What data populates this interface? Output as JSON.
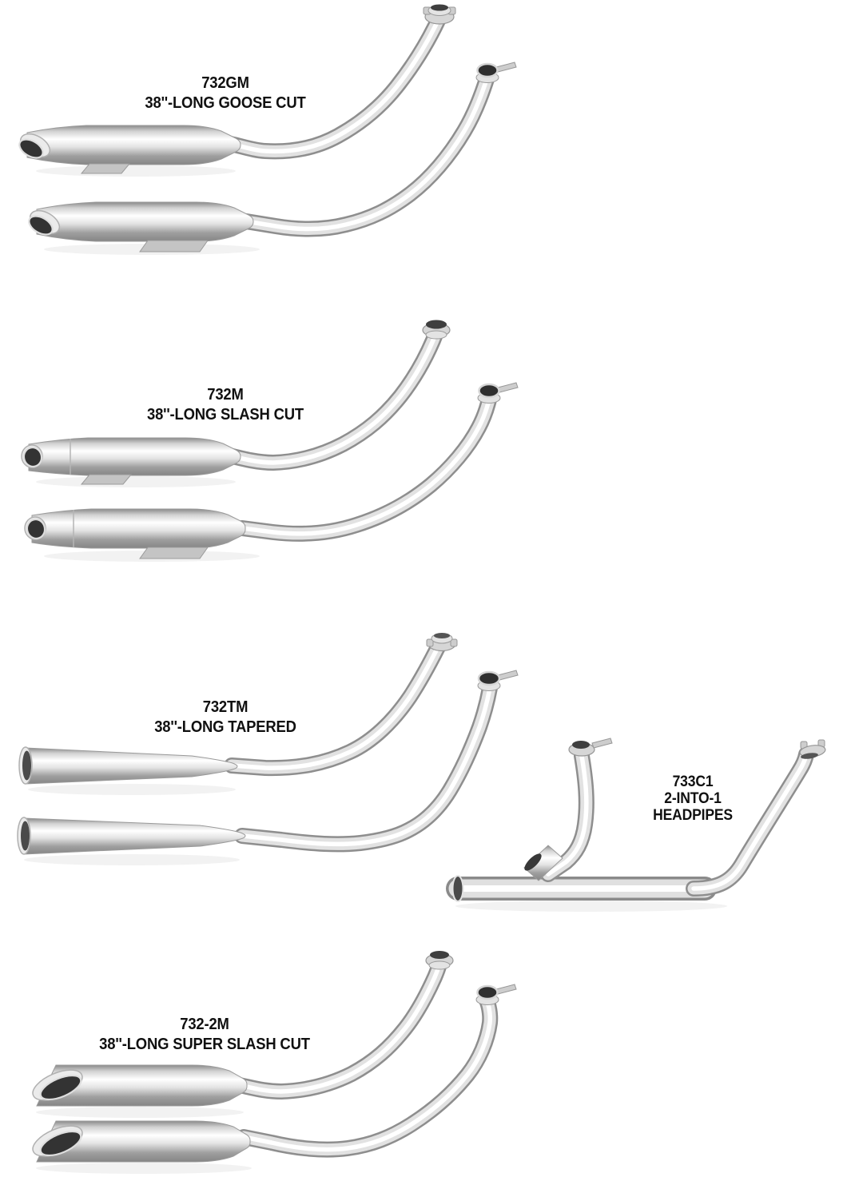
{
  "page_background": "#ffffff",
  "label_color": "#101010",
  "chrome_colors": {
    "highlight": "#ffffff",
    "mid": "#e2e2e2",
    "edge": "#8e8e8e",
    "pipe_opening": "#2f2f2f"
  },
  "products": [
    {
      "code": "732GM",
      "name": "38''-LONG GOOSE CUT",
      "photo": "dual-chrome-exhaust-set-goose-cut-mufflers-with-headpipes"
    },
    {
      "code": "732M",
      "name": "38''-LONG SLASH CUT",
      "photo": "dual-chrome-exhaust-set-slash-cut-mufflers-with-headpipes"
    },
    {
      "code": "732TM",
      "name": "38''-LONG TAPERED",
      "photo": "dual-chrome-exhaust-set-tapered-mufflers-with-headpipes"
    },
    {
      "code": "733C1",
      "name": "2-INTO-1",
      "name2": "HEADPIPES",
      "photo": "two-into-one-chrome-headpipes-with-collector"
    },
    {
      "code": "732-2M",
      "name": "38''-LONG SUPER SLASH CUT",
      "photo": "dual-chrome-exhaust-set-super-slash-cut-mufflers-with-headpipes"
    }
  ]
}
